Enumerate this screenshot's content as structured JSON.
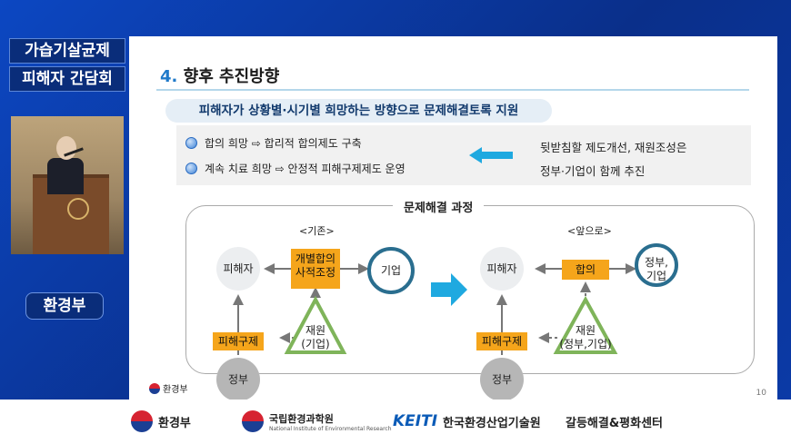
{
  "event": {
    "title_line1": "가습기살균제",
    "title_line2": "피해자 간담회",
    "presenter_org": "환경부"
  },
  "slide": {
    "heading_num": "4.",
    "heading_text": "향후 추진방향",
    "subtitle": "피해자가 상황별·시기별 희망하는 방향으로 문제해결토록 지원",
    "bullets": [
      "합의 희망 ⇨ 합리적 합의제도 구축",
      "계속 치료 희망 ⇨ 안정적 피해구제제도 운영"
    ],
    "support_line1": "뒷받침할 제도개선, 재원조성은",
    "support_line2": "정부·기업이 함께 추진",
    "process_title": "문제해결 과정",
    "before": {
      "caption": "<기존>",
      "victim": "피해자",
      "settlement_line1": "개별합의",
      "settlement_line2": "사적조정",
      "company": "기업",
      "relief": "피해구제",
      "gov": "정부",
      "funds_line1": "재원",
      "funds_line2": "(기업)"
    },
    "after": {
      "caption": "<앞으로>",
      "victim": "피해자",
      "agreement": "합의",
      "gov_company_line1": "정부,",
      "gov_company_line2": "기업",
      "relief": "피해구제",
      "gov": "정부",
      "funds_line1": "재원",
      "funds_line2": "(정부,기업)"
    },
    "footer_logo": "환경부",
    "page_number": "10"
  },
  "footer": {
    "me": "환경부",
    "nier": "국립환경과학원",
    "nier_en": "National Institute of Environmental Research",
    "keiti_mark": "KEITI",
    "keiti": "한국환경산업기술원",
    "center": "갈등해결&평화센터"
  },
  "colors": {
    "background_blue": "#0b3a9c",
    "accent_orange": "#f5a51b",
    "triangle_green": "#7fb45a",
    "ring_teal": "#2a6e8f",
    "arrow_blue": "#1fa9e0"
  }
}
